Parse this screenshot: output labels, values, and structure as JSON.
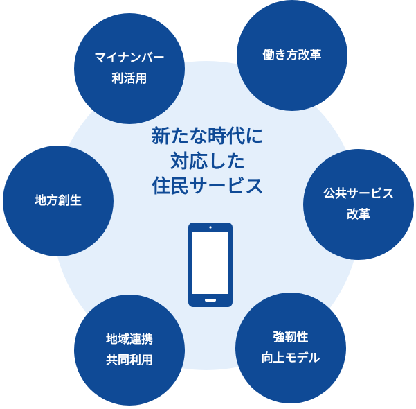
{
  "center": {
    "lines": [
      "新たな時代に",
      "対応した",
      "住民サービス"
    ]
  },
  "nodes": {
    "mynumber": {
      "lines": [
        "マイナンバー",
        "利活用"
      ]
    },
    "workstyle": {
      "lines": [
        "働き方改革"
      ]
    },
    "public": {
      "lines": [
        "公共サービス",
        "改革"
      ]
    },
    "resilience": {
      "lines": [
        "強靭性",
        "向上モデル"
      ]
    },
    "regional_share": {
      "lines": [
        "地域連携",
        "共同利用"
      ]
    },
    "regional": {
      "lines": [
        "地方創生"
      ]
    }
  },
  "icons": {
    "center": "smartphone-icon"
  },
  "colors": {
    "node": "#0f4a96",
    "hub": "#e4effb",
    "text": "#0f4a96",
    "screen": "#ffffff"
  }
}
